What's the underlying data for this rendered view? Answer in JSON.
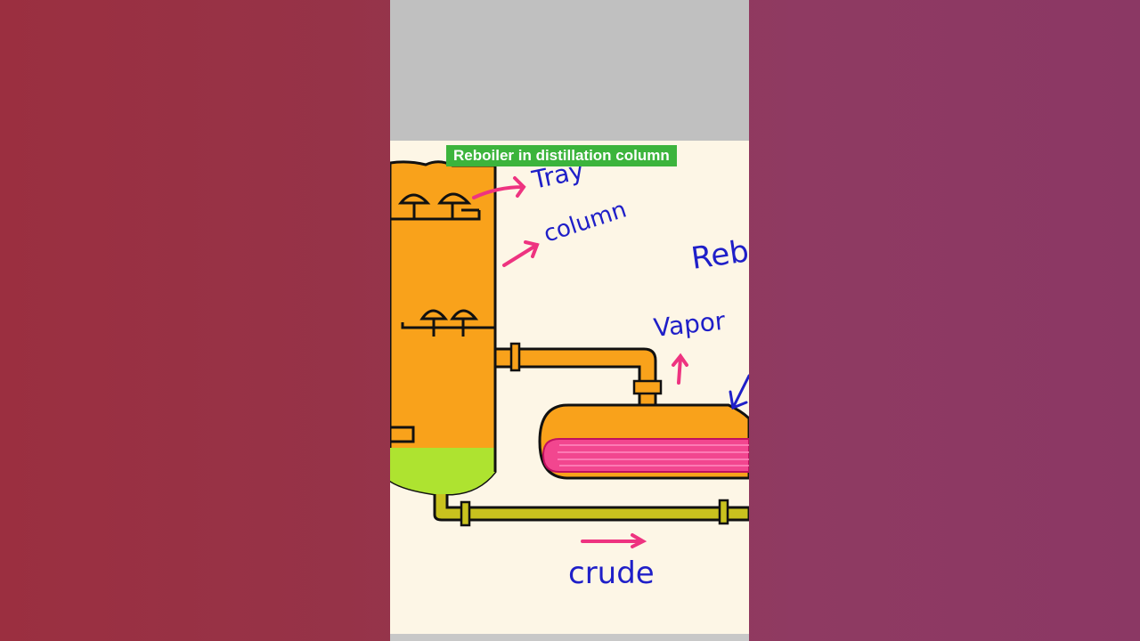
{
  "title": "Reboiler in distillation column",
  "labels": {
    "tray": "Tray",
    "column": "column",
    "reboiler": "Rebo",
    "vapor": "Vapor",
    "crude": "crude"
  },
  "colors": {
    "column_fill": "#f9a21b",
    "liquid": "#aee330",
    "tube": "#f2468f",
    "ink": "#1f1fc8",
    "arrow": "#ee3380",
    "title_bg": "#3cb43c"
  }
}
